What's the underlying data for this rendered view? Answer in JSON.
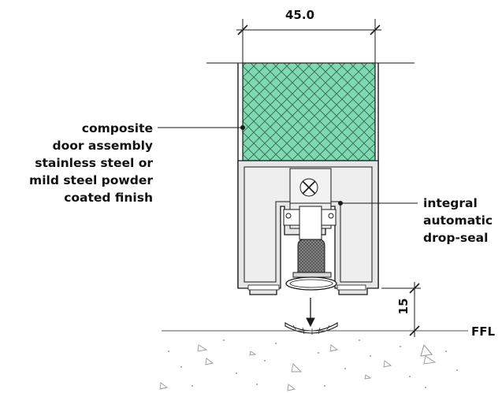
{
  "dimensions": {
    "width_label": "45.0",
    "height_label": "15"
  },
  "labels": {
    "left_callout": [
      "composite",
      "door assembly",
      "stainless steel or",
      "mild steel powder",
      "coated finish"
    ],
    "right_callout": [
      "integral",
      "automatic",
      "drop-seal"
    ],
    "floor_level": "FFL"
  },
  "colors": {
    "door_core": "#7fd9b0",
    "frame_fill": "#e6e6e6",
    "line": "#1a1a1a",
    "floor_speckle": "#9a9a9a"
  }
}
